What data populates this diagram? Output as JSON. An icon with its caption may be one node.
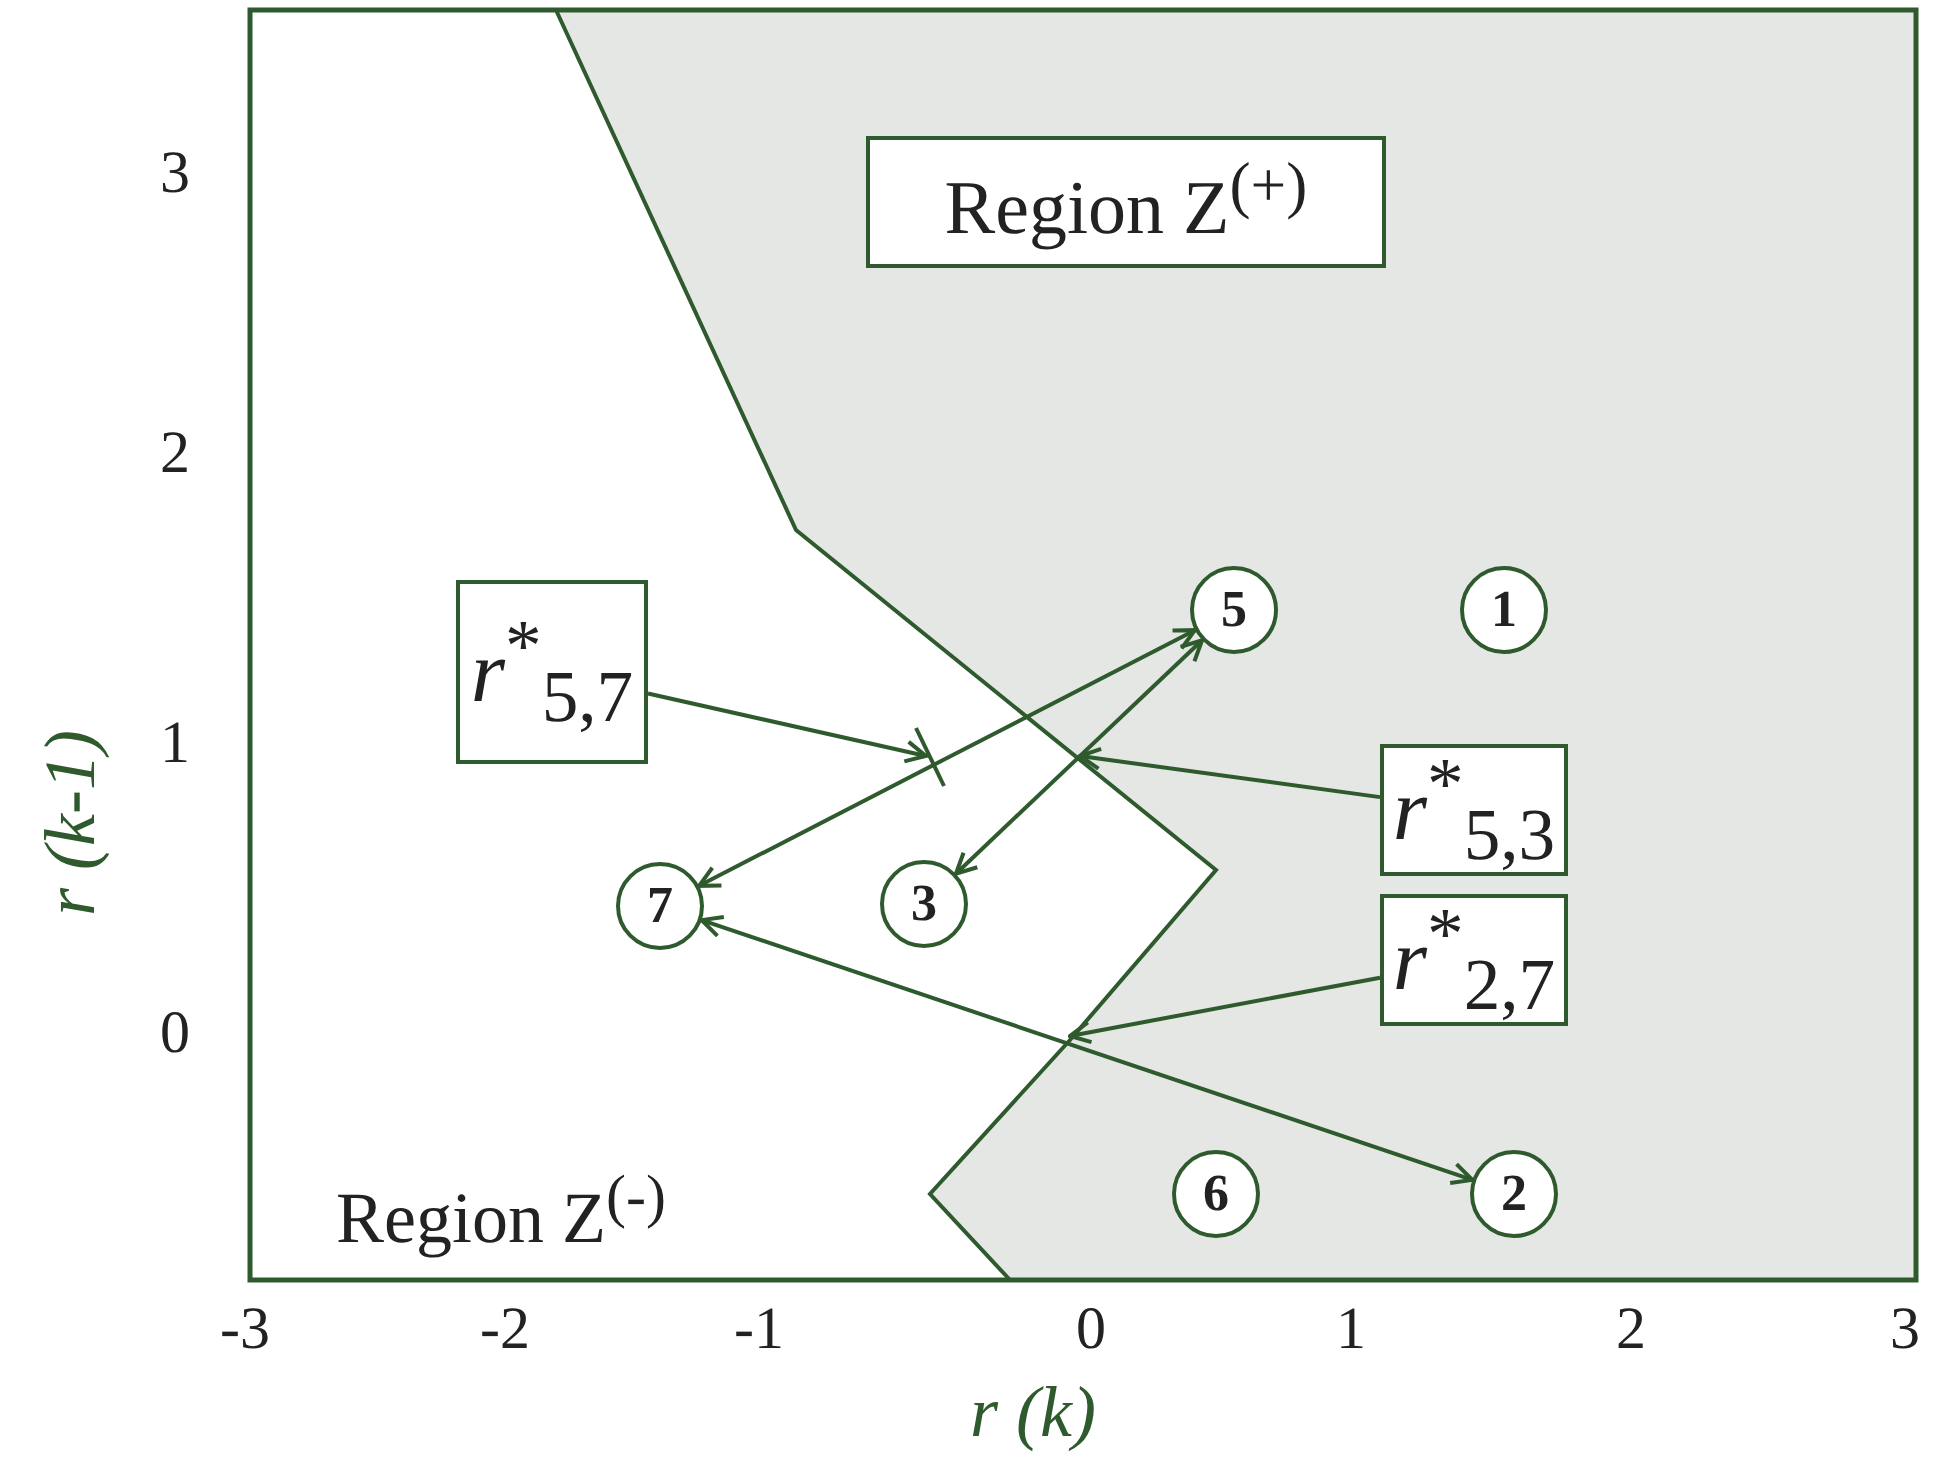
{
  "diagram": {
    "nodes": [
      {
        "text": [
          "Region Z$^{(+)}$"
        ]
      },
      {
        "text": [
          "*r*$^{*}$$_{5,7}$"
        ]
      },
      {
        "text": [
          "5"
        ]
      },
      {
        "text": [
          "1"
        ]
      },
      {
        "text": [
          "*r*$^{*}$$_{5,3}$"
        ]
      },
      {
        "text": [
          "7"
        ]
      },
      {
        "text": [
          "3"
        ]
      },
      {
        "text": [
          "*r*$^{*}$$_{2,7}$"
        ]
      },
      {
        "text": [
          "6"
        ]
      },
      {
        "text": [
          "2"
        ]
      }
    ],
    "edges": [
      {
        "from": 1,
        "to": null,
        "arrow": "to"
      },
      {
        "from": 4,
        "to": null,
        "arrow": "to"
      },
      {
        "from": 7,
        "to": null,
        "arrow": "to"
      },
      {
        "from": 5,
        "to": 2,
        "arrow": "both"
      },
      {
        "from": 6,
        "to": 2,
        "arrow": "both"
      },
      {
        "from": 5,
        "to": 9,
        "arrow": "both"
      }
    ],
    "labels": [
      "3",
      "2",
      "r (k-1)",
      "1",
      "0",
      "Region Z$^{(-)}$",
      "-3",
      "-2",
      "-1",
      "0",
      "1",
      "2",
      "3",
      "r (k)"
    ]
  }
}
